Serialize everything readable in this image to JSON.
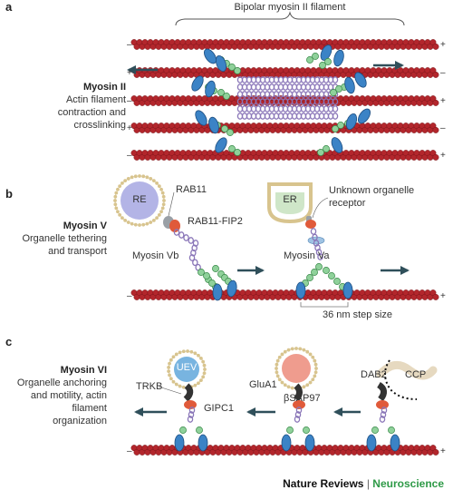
{
  "panels": {
    "a": {
      "letter": "a",
      "title": "Myosin II",
      "desc": [
        "Actin filament",
        "contraction and",
        "crosslinking"
      ],
      "bracket_label": "Bipolar myosin II filament"
    },
    "b": {
      "letter": "b",
      "title": "Myosin V",
      "desc": [
        "Organelle tethering",
        "and transport"
      ],
      "labels": {
        "re": "RE",
        "rab11": "RAB11",
        "rab11fip2": "RAB11-FIP2",
        "myosin_vb": "Myosin Vb",
        "er": "ER",
        "unknown_receptor": [
          "Unknown organelle",
          "receptor"
        ],
        "myosin_va": "Myosin Va",
        "step": "36 nm step size"
      }
    },
    "c": {
      "letter": "c",
      "title": "Myosin VI",
      "desc": [
        "Organelle anchoring",
        "and motility, actin",
        "filament",
        "organization"
      ],
      "labels": {
        "uev": "UEV",
        "trkb": "TRKB",
        "gipc1": "GIPC1",
        "glua1": "GluA1",
        "bsap97": "βSAP97",
        "dab2": "DAB2",
        "ccp": "CCP"
      }
    }
  },
  "polarity": {
    "plus": "+",
    "minus": "–"
  },
  "credit": {
    "journal": "Nature Reviews",
    "separator": "|",
    "section": "Neuroscience"
  },
  "colors": {
    "actin": "#b3262c",
    "myosin_head": "#3b83c6",
    "light_chain": "#8fd19a",
    "coil": "#8a76b8",
    "arrow": "#2f4f5a",
    "adaptor": "#e05a3a",
    "membrane_head": "#d8c48e",
    "re_fill": "#b3b4e6",
    "uev_fill": "#78b4e0",
    "glua_fill": "#ef9c8e",
    "er_fill": "#cfe6c8",
    "credit_green": "#2e9a47"
  }
}
